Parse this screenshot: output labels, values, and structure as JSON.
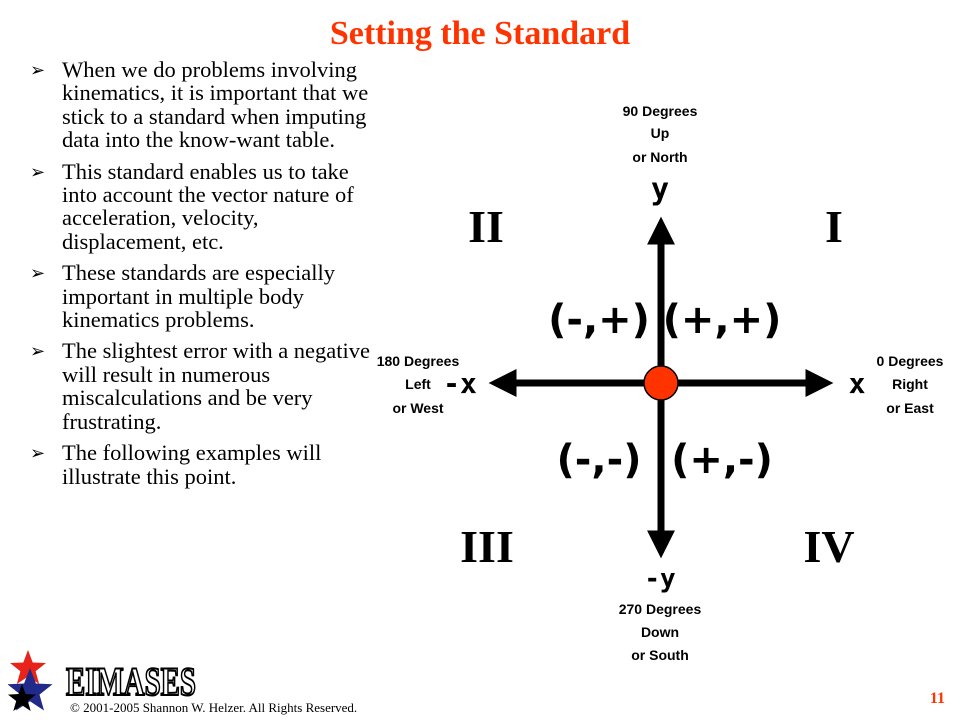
{
  "slide": {
    "title": "Setting the Standard",
    "bullets": [
      "When we do problems involving kinematics, it is important that we stick to a standard when imputing data into the know-want table.",
      "This standard enables us to take into account the vector nature of acceleration, velocity, displacement, etc.",
      "These standards are especially important in multiple body kinematics problems.",
      "The slightest error with a negative will result in numerous miscalculations and be very frustrating.",
      "The following examples will illustrate this point."
    ],
    "bullet_marker": "➢"
  },
  "diagram": {
    "axis_labels": {
      "y": "y",
      "neg_y": "-y",
      "x": "x",
      "neg_x": "-x"
    },
    "directions": {
      "up": [
        "90 Degrees",
        "Up",
        "or North"
      ],
      "down": [
        "270 Degrees",
        "Down",
        "or South"
      ],
      "left": [
        "180 Degrees",
        "Left",
        "or West"
      ],
      "right": [
        "0 Degrees",
        "Right",
        "or East"
      ]
    },
    "quadrants": {
      "q1": "I",
      "q2": "II",
      "q3": "III",
      "q4": "IV"
    },
    "signs": {
      "q1": "(+,+)",
      "q2": "(-,+)",
      "q3": "(-,-)",
      "q4": "(+,-)"
    },
    "colors": {
      "origin": "#ff3300",
      "axes": "#000000"
    }
  },
  "footer": {
    "logo_text": "EIMASES",
    "copyright": "© 2001-2005 Shannon W. Helzer.  All Rights Reserved.",
    "page_number": "11"
  }
}
